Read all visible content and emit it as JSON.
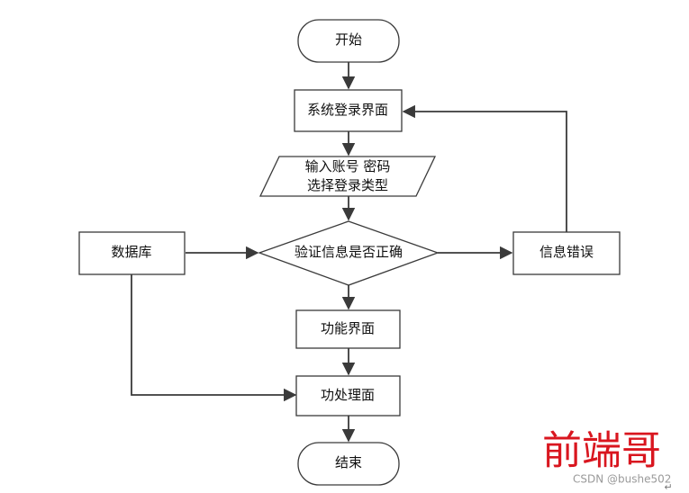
{
  "nodes": {
    "start": "开始",
    "login": "系统登录界面",
    "input_line1": "输入账号 密码",
    "input_line2": "选择登录类型",
    "validate": "验证信息是否正确",
    "database": "数据库",
    "error": "信息错误",
    "function": "功能界面",
    "process": "功处理面",
    "end": "结束"
  },
  "watermark": {
    "brand": "前端哥",
    "source": "CSDN @bushe502",
    "mark": "↵"
  }
}
